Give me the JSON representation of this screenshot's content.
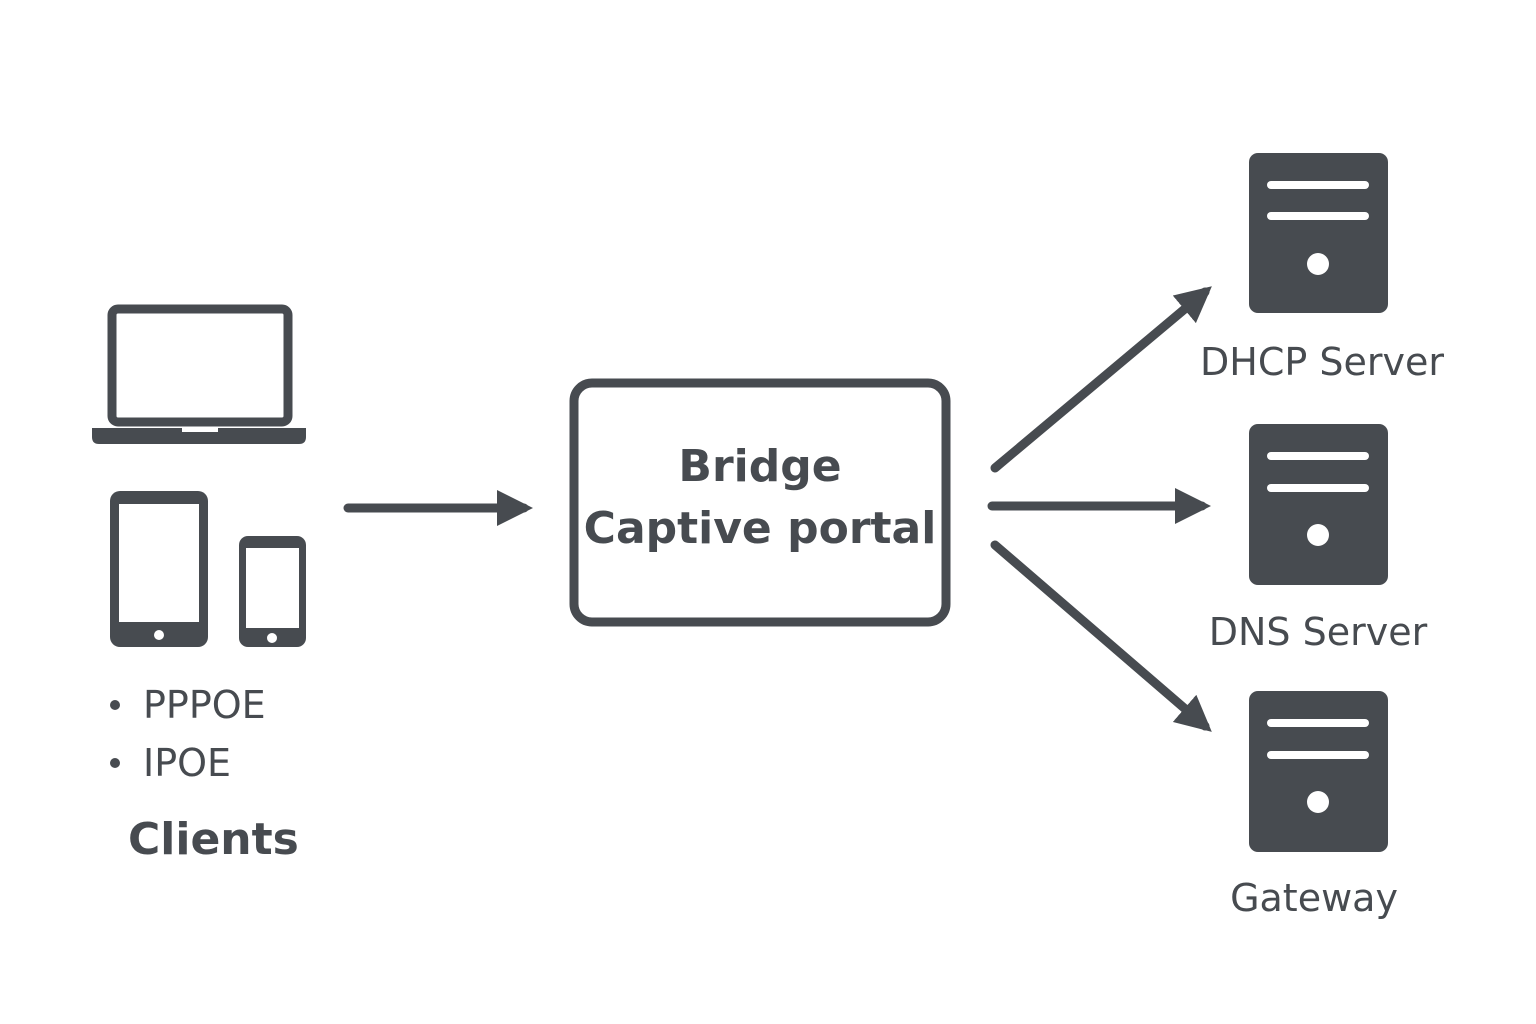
{
  "colors": {
    "ink": "#474b50",
    "background": "#ffffff"
  },
  "clients": {
    "devices": [
      "laptop-icon",
      "tablet-icon",
      "phone-icon"
    ],
    "protocols": [
      "PPPOE",
      "IPOE"
    ],
    "label": "Clients"
  },
  "bridge": {
    "line1": "Bridge",
    "line2": "Captive portal"
  },
  "servers": [
    {
      "label": "DHCP Server",
      "icon": "server-icon"
    },
    {
      "label": "DNS Server",
      "icon": "server-icon"
    },
    {
      "label": "Gateway",
      "icon": "server-icon"
    }
  ]
}
